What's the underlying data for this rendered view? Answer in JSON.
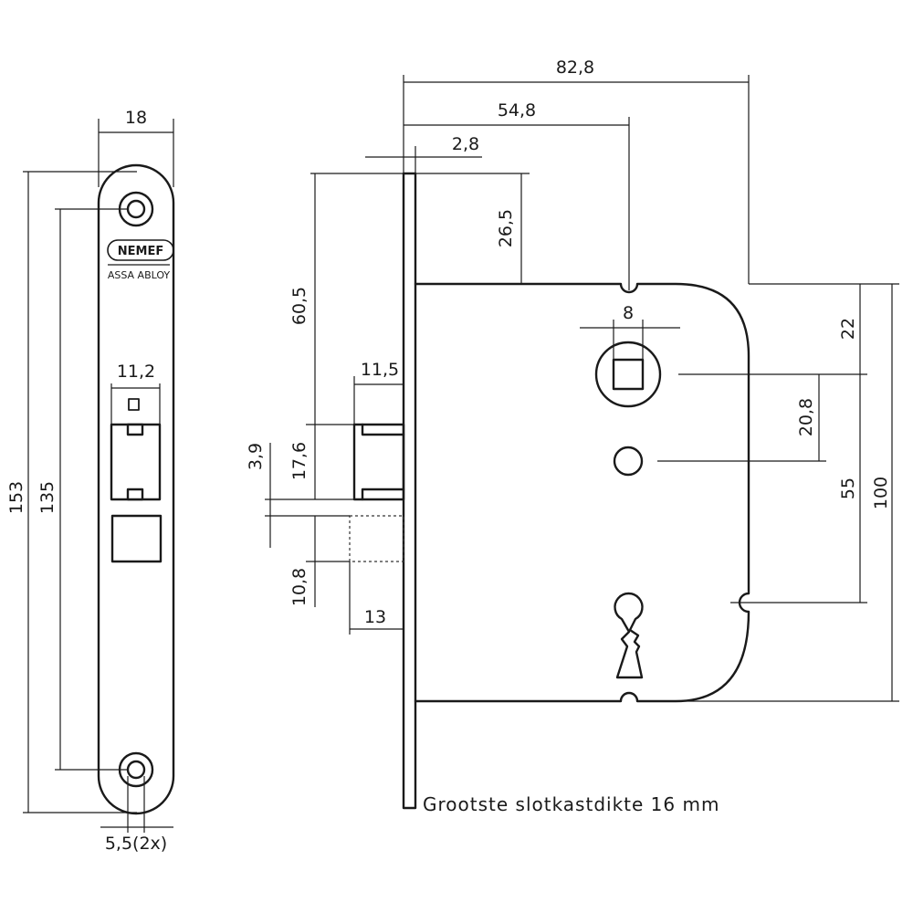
{
  "faceplate": {
    "brand": "NEMEF",
    "subbrand": "ASSA ABLOY",
    "dims": {
      "width": "18",
      "height": "153",
      "hole_spacing": "135",
      "latch_width": "11,2",
      "screw_holes": "5,5(2x)"
    }
  },
  "lock_body": {
    "dims": {
      "overall_depth": "82,8",
      "backset": "54,8",
      "faceplate_thickness": "2,8",
      "top_to_case": "26,5",
      "top_to_latch": "60,5",
      "latch_projection": "11,5",
      "latch_height": "17,6",
      "latch_gap": "3,9",
      "bolt_height": "10,8",
      "bolt_projection": "13",
      "spindle": "8",
      "spindle_to_top": "22",
      "spindle_to_hole": "20,8",
      "spindle_to_key": "55",
      "case_height": "100"
    },
    "note": "Grootste slotkastdikte 16 mm"
  },
  "colors": {
    "line": "#1a1a1a",
    "background": "#ffffff"
  }
}
